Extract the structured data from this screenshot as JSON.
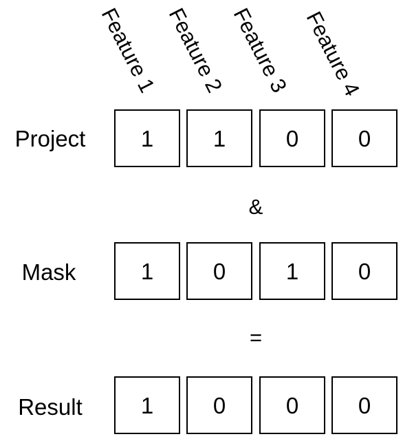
{
  "features": [
    "Feature 1",
    "Feature 2",
    "Feature 3",
    "Feature 4"
  ],
  "rows": [
    {
      "label": "Project",
      "values": [
        "1",
        "1",
        "0",
        "0"
      ]
    },
    {
      "label": "Mask",
      "values": [
        "1",
        "0",
        "1",
        "0"
      ]
    },
    {
      "label": "Result",
      "values": [
        "1",
        "0",
        "0",
        "0"
      ]
    }
  ],
  "operators": [
    "&",
    "="
  ]
}
